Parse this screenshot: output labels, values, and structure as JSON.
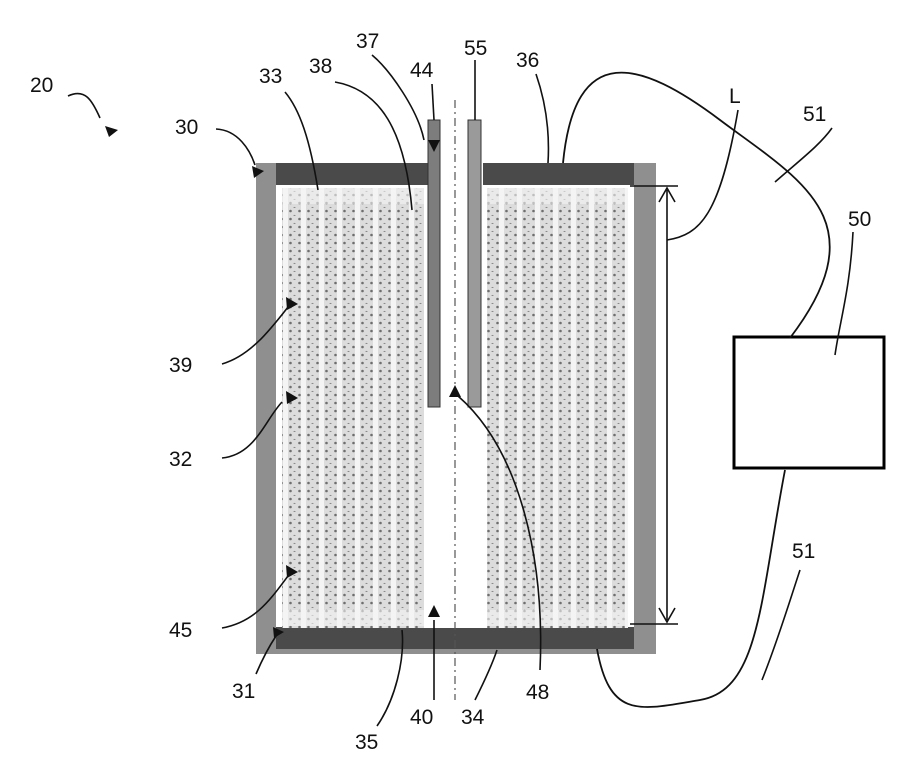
{
  "figure": {
    "labels": {
      "ref_20": "20",
      "ref_30": "30",
      "ref_33": "33",
      "ref_38": "38",
      "ref_37": "37",
      "ref_44": "44",
      "ref_55": "55",
      "ref_36": "36",
      "ref_L": "L",
      "ref_51_top": "51",
      "ref_50": "50",
      "ref_39": "39",
      "ref_32": "32",
      "ref_45": "45",
      "ref_31": "31",
      "ref_51_bottom": "51",
      "ref_35": "35",
      "ref_40": "40",
      "ref_34": "34",
      "ref_48": "48"
    },
    "colors": {
      "line": "#111111",
      "shell": "#8f8f8f",
      "cap": "#4a4a4a",
      "cell_fill": "#d9d9d9",
      "box_outline": "#000000"
    }
  }
}
